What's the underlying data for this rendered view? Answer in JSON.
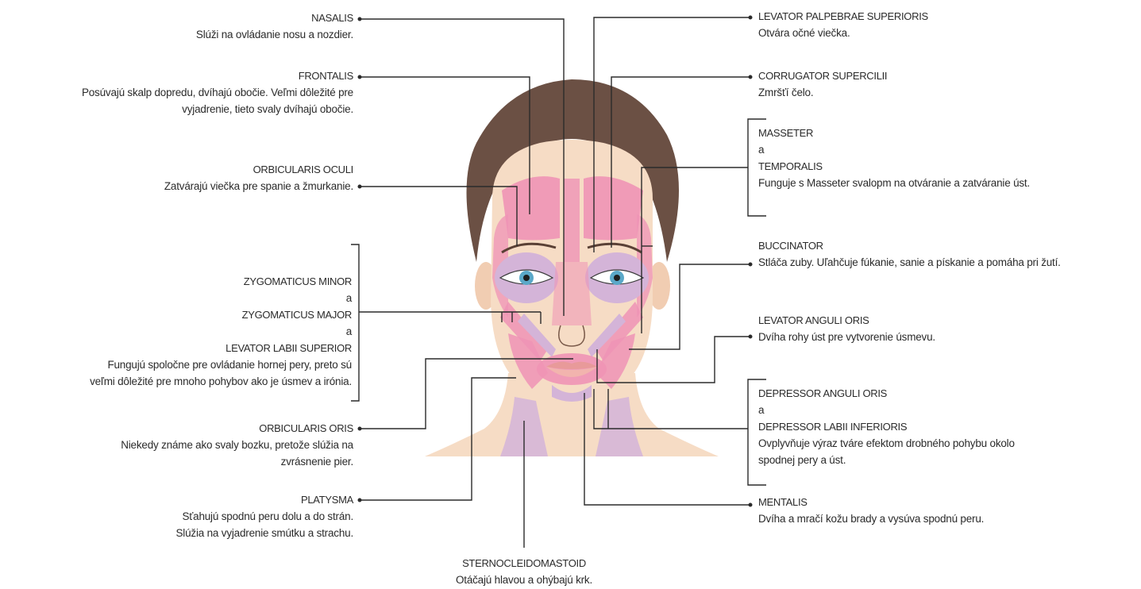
{
  "labels": {
    "nasalis": {
      "title": "NASALIS",
      "desc": "Slúži na ovládanie nosu a nozdier."
    },
    "frontalis": {
      "title": "FRONTALIS",
      "desc": "Posúvajú skalp dopredu, dvíhajú obočie. Veľmi dôležité pre\nvyjadrenie, tieto svaly dvíhajú obočie."
    },
    "orbicularis_oculi": {
      "title": "ORBICULARIS OCULI",
      "desc": "Zatvárajú viečka pre spanie a žmurkanie."
    },
    "zygomaticus": {
      "title1": "ZYGOMATICUS MINOR",
      "and1": "a",
      "title2": "ZYGOMATICUS MAJOR",
      "and2": "a",
      "title3": "LEVATOR LABII SUPERIOR",
      "desc": "Fungujú spoločne pre ovládanie hornej pery, preto sú\nveľmi dôležité pre mnoho pohybov ako je úsmev a irónia."
    },
    "orbicularis_oris": {
      "title": "ORBICULARIS ORIS",
      "desc": "Niekedy známe ako svaly bozku, pretože slúžia na\nzvrásnenie pier."
    },
    "platysma": {
      "title": "PLATYSMA",
      "desc": "Sťahujú spodnú peru dolu a do strán.\nSlúžia na vyjadrenie smútku a strachu."
    },
    "sternocleidomastoid": {
      "title": "STERNOCLEIDOMASTOID",
      "desc": "Otáčajú hlavou a ohýbajú krk."
    },
    "levator_palpebrae": {
      "title": "LEVATOR PALPEBRAE SUPERIORIS",
      "desc": "Otvára očné viečka."
    },
    "corrugator": {
      "title": "CORRUGATOR SUPERCILII",
      "desc": "Zmršťí čelo."
    },
    "masseter": {
      "title1": "MASSETER",
      "and": "a",
      "title2": "TEMPORALIS",
      "desc": "Funguje s Masseter svalopm na otváranie a zatváranie úst."
    },
    "buccinator": {
      "title": "BUCCINATOR",
      "desc": "Stláča zuby. Uľahčuje fúkanie, sanie a pískanie a pomáha pri žutí."
    },
    "levator_anguli": {
      "title": "LEVATOR ANGULI ORIS",
      "desc": "Dvíha rohy úst pre vytvorenie úsmevu."
    },
    "depressor": {
      "title1": "DEPRESSOR ANGULI ORIS",
      "and": "a",
      "title2": "DEPRESSOR LABII INFERIORIS",
      "desc": "Ovplyvňuje výraz tváre efektom drobného pohybu okolo\nspodnej pery a úst."
    },
    "mentalis": {
      "title": "MENTALIS",
      "desc": "Dvíha a mračí kožu brady a vysúva spodnú peru."
    }
  },
  "colors": {
    "skin": "#f6dcc5",
    "hair": "#6b5044",
    "muscle_pink": "#ef93b5",
    "muscle_lilac": "#d4b4d8",
    "leader": "#2b2b2b",
    "iris": "#5aa8c8"
  }
}
